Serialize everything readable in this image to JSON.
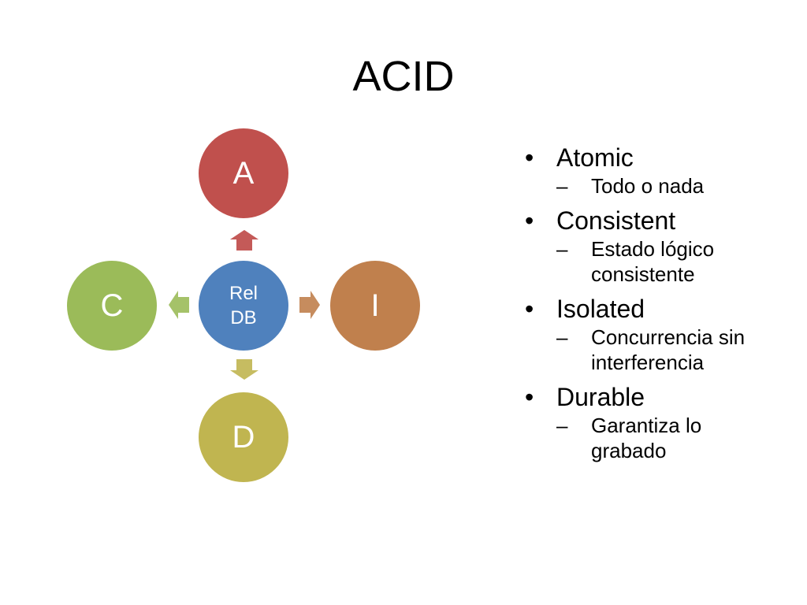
{
  "slide": {
    "title": "ACID"
  },
  "diagram": {
    "center": {
      "line1": "Rel",
      "line2": "DB",
      "color": "#4f81bd"
    },
    "nodes": [
      {
        "id": "a",
        "label": "A",
        "color": "#c0504d"
      },
      {
        "id": "i",
        "label": "I",
        "color": "#c0804d"
      },
      {
        "id": "d",
        "label": "D",
        "color": "#c0b550"
      },
      {
        "id": "c",
        "label": "C",
        "color": "#9bbb59"
      }
    ]
  },
  "bullets": [
    {
      "label": "Atomic",
      "sub": "Todo o nada"
    },
    {
      "label": "Consistent",
      "sub": "Estado lógico consistente"
    },
    {
      "label": "Isolated",
      "sub": "Concurrencia sin interferencia"
    },
    {
      "label": "Durable",
      "sub": "Garantiza lo grabado"
    }
  ],
  "glyphs": {
    "bullet": "•",
    "dash": "–"
  }
}
